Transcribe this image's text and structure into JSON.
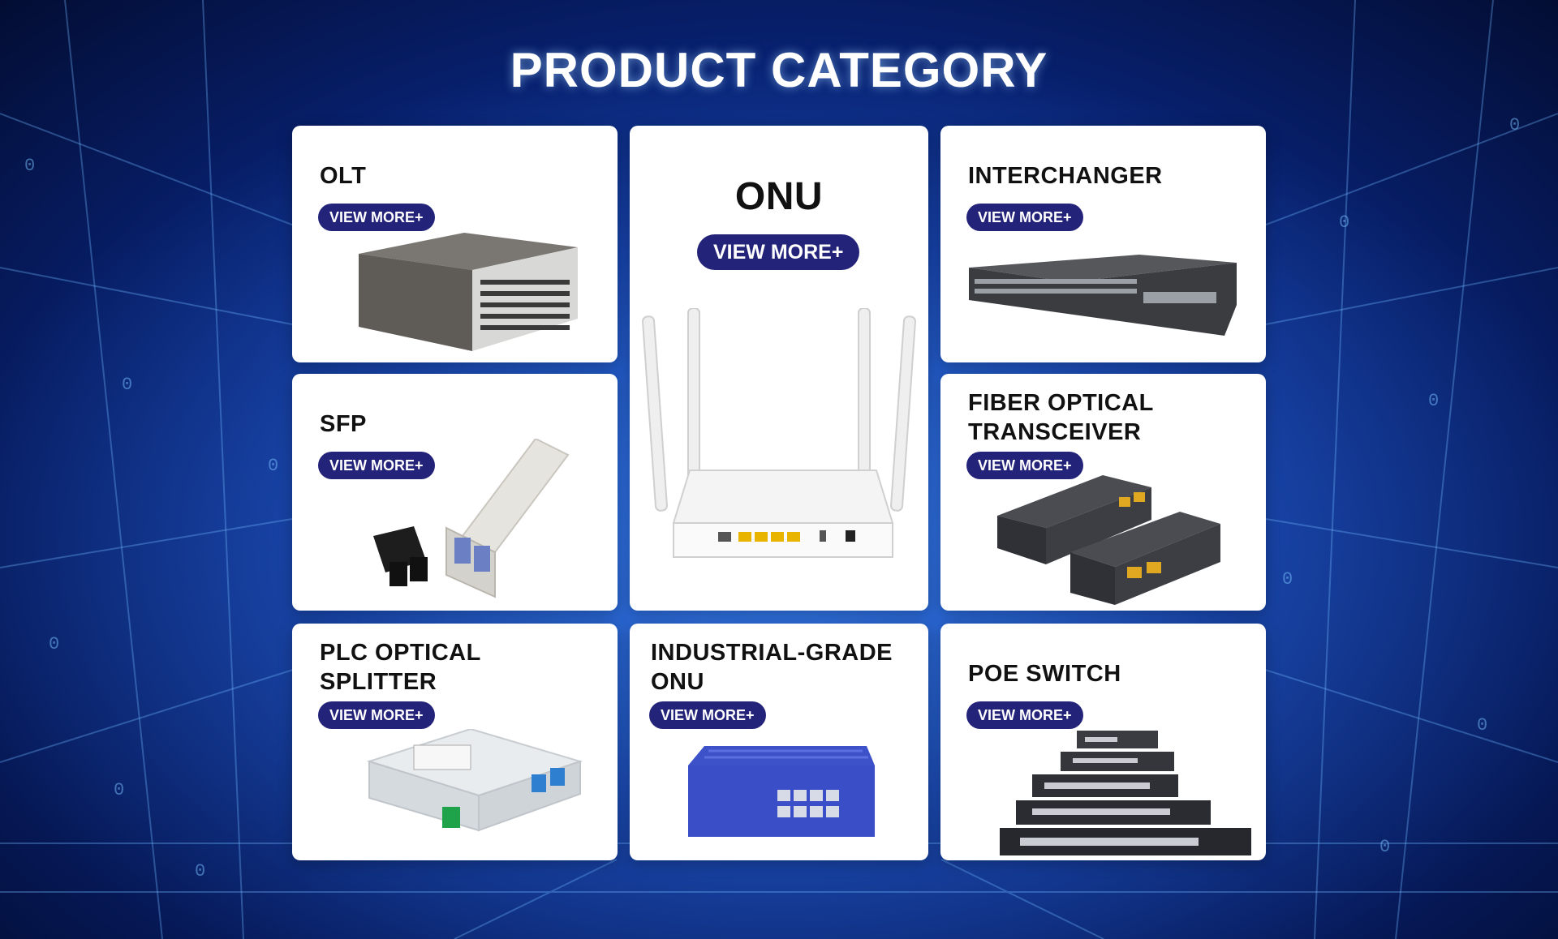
{
  "heading": "PRODUCT CATEGORY",
  "colors": {
    "accent": "#24237a",
    "card": "#ffffff",
    "background": "#0b2f96"
  },
  "categories": [
    {
      "title": "OLT",
      "button": "VIEW MORE+",
      "icon": "olt-chassis"
    },
    {
      "title": "ONU",
      "button": "VIEW MORE+",
      "icon": "wifi-router"
    },
    {
      "title": "INTERCHANGER",
      "button": "VIEW MORE+",
      "icon": "network-switch"
    },
    {
      "title": "SFP",
      "button": "VIEW MORE+",
      "icon": "sfp-module"
    },
    {
      "title": "FIBER OPTICAL TRANSCEIVER",
      "button": "VIEW MORE+",
      "icon": "media-converter"
    },
    {
      "title": "PLC OPTICAL SPLITTER",
      "button": "VIEW MORE+",
      "icon": "plc-splitter"
    },
    {
      "title": "INDUSTRIAL-GRADE ONU",
      "button": "VIEW MORE+",
      "icon": "industrial-onu"
    },
    {
      "title": "POE SWITCH",
      "button": "VIEW MORE+",
      "icon": "poe-switch-stack"
    }
  ]
}
